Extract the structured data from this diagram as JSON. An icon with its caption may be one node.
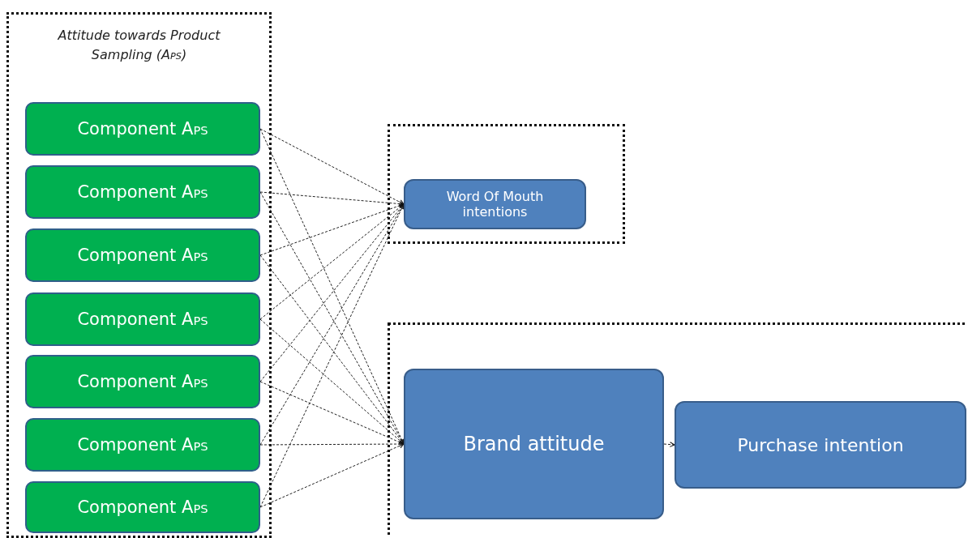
{
  "diagram": {
    "nodes": [
      {
        "text": [
          "Attitude towards Product Sampling (A$_{PS}$)"
        ]
      },
      {
        "text": [
          "Component A$_{PS}$"
        ],
        "in": 0
      },
      {
        "text": [
          "Component A$_{PS}$"
        ],
        "in": 0
      },
      {
        "text": [
          "Component A$_{PS}$"
        ],
        "in": 0
      },
      {
        "text": [
          "Component A$_{PS}$"
        ],
        "in": 0
      },
      {
        "text": [
          "Component A$_{PS}$"
        ],
        "in": 0
      },
      {
        "text": [
          "Component A$_{PS}$"
        ],
        "in": 0
      },
      {
        "text": [
          "Component A$_{PS}$"
        ],
        "in": 0
      },
      {
        "text": [],
        "shape": "box"
      },
      {
        "text": [
          "Word Of Mouth intentions"
        ],
        "in": 8
      },
      {
        "text": [],
        "shape": "box"
      },
      {
        "text": [
          "Brand attitude"
        ],
        "in": 10
      },
      {
        "text": [
          "Purchase intention"
        ],
        "in": 10
      }
    ],
    "edges": [
      {
        "from": 1,
        "to": 9,
        "arrow": "to",
        "style": "dashed"
      },
      {
        "from": 2,
        "to": 9,
        "arrow": "to",
        "style": "dashed"
      },
      {
        "from": 3,
        "to": 9,
        "arrow": "to",
        "style": "dashed"
      },
      {
        "from": 4,
        "to": 9,
        "arrow": "to",
        "style": "dashed"
      },
      {
        "from": 5,
        "to": 9,
        "arrow": "to",
        "style": "dashed"
      },
      {
        "from": 6,
        "to": 9,
        "arrow": "to",
        "style": "dashed"
      },
      {
        "from": 7,
        "to": 9,
        "arrow": "to",
        "style": "dashed"
      },
      {
        "from": 1,
        "to": 11,
        "arrow": "to",
        "style": "dashed"
      },
      {
        "from": 2,
        "to": 11,
        "arrow": "to",
        "style": "dashed"
      },
      {
        "from": 3,
        "to": 11,
        "arrow": "to",
        "style": "dashed"
      },
      {
        "from": 4,
        "to": 11,
        "arrow": "to",
        "style": "dashed"
      },
      {
        "from": 5,
        "to": 11,
        "arrow": "to",
        "style": "dashed"
      },
      {
        "from": 6,
        "to": 11,
        "arrow": "to",
        "style": "dashed"
      },
      {
        "from": 7,
        "to": 11,
        "arrow": "to",
        "style": "dashed"
      },
      {
        "from": 11,
        "to": 12,
        "arrow": "to",
        "style": "dashed"
      }
    ]
  }
}
